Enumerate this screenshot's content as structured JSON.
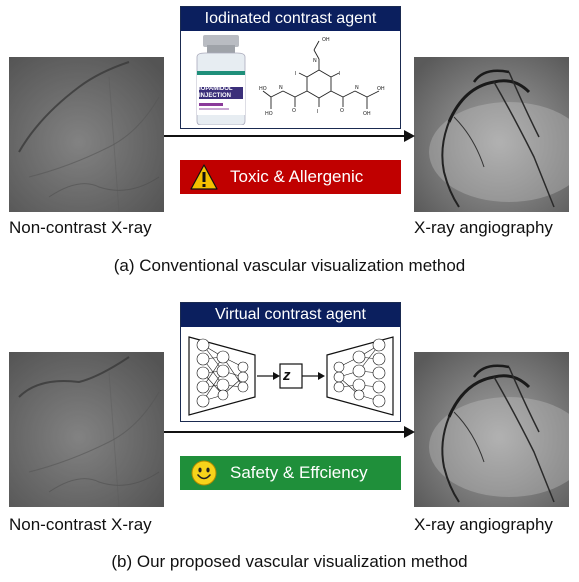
{
  "top": {
    "agent_title": "Iodinated contrast agent",
    "status_label": "Toxic & Allergenic",
    "vial_label_line1": "IOPAMIDOL",
    "vial_label_line2": "INJECTION",
    "left_caption": "Non-contrast X-ray",
    "right_caption": "X-ray angiography",
    "section_title": "(a) Conventional vascular visualization method"
  },
  "bottom": {
    "agent_title": "Virtual contrast agent",
    "latent_label": "z",
    "status_label": "Safety & Effciency",
    "left_caption": "Non-contrast X-ray",
    "right_caption": "X-ray angiography",
    "section_title": "(b) Our proposed vascular visualization method"
  },
  "colors": {
    "header_navy": "#0b1f5e",
    "toxic_red": "#c00000",
    "safe_green": "#1f8f3a",
    "warning_yellow": "#f4c000",
    "smiley_yellow": "#f7d31a"
  },
  "icons": {
    "warning": "warning-triangle-icon",
    "smiley": "smiley-face-icon"
  }
}
